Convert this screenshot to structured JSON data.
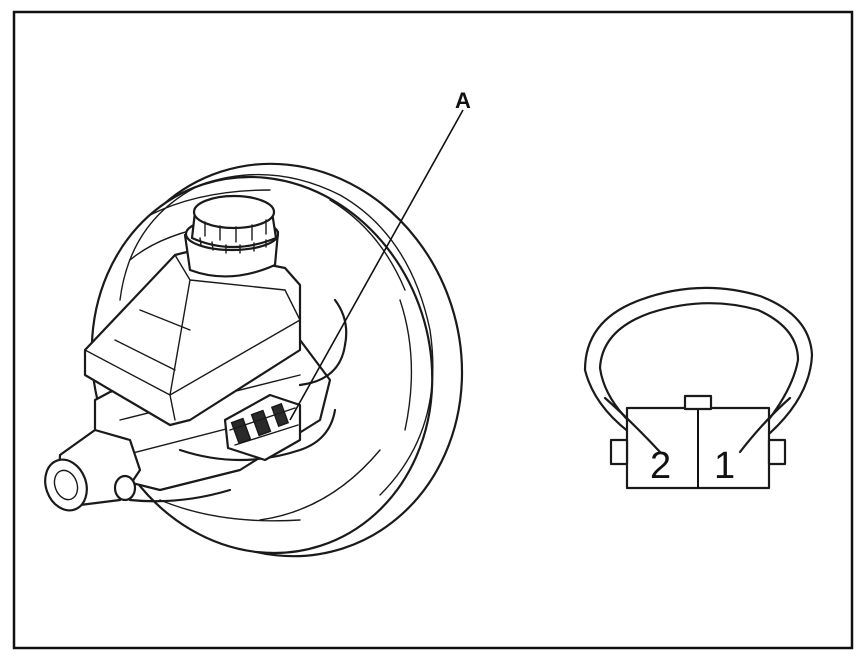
{
  "callout": {
    "label": "A"
  },
  "connector": {
    "pin_left": "2",
    "pin_right": "1"
  }
}
